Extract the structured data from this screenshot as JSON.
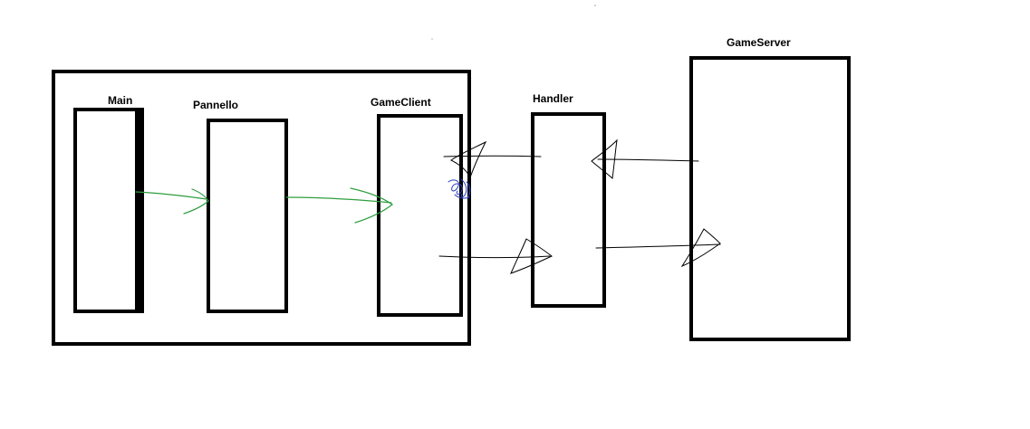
{
  "diagram": {
    "labels": {
      "main": "Main",
      "pannello": "Pannello",
      "game_client": "GameClient",
      "handler": "Handler",
      "game_server": "GameServer"
    },
    "colors": {
      "box_stroke": "#000000",
      "internal_arrow": "#2e9e3e",
      "network_scribble": "#2b3fbf",
      "connection_arrow": "#000000"
    }
  }
}
